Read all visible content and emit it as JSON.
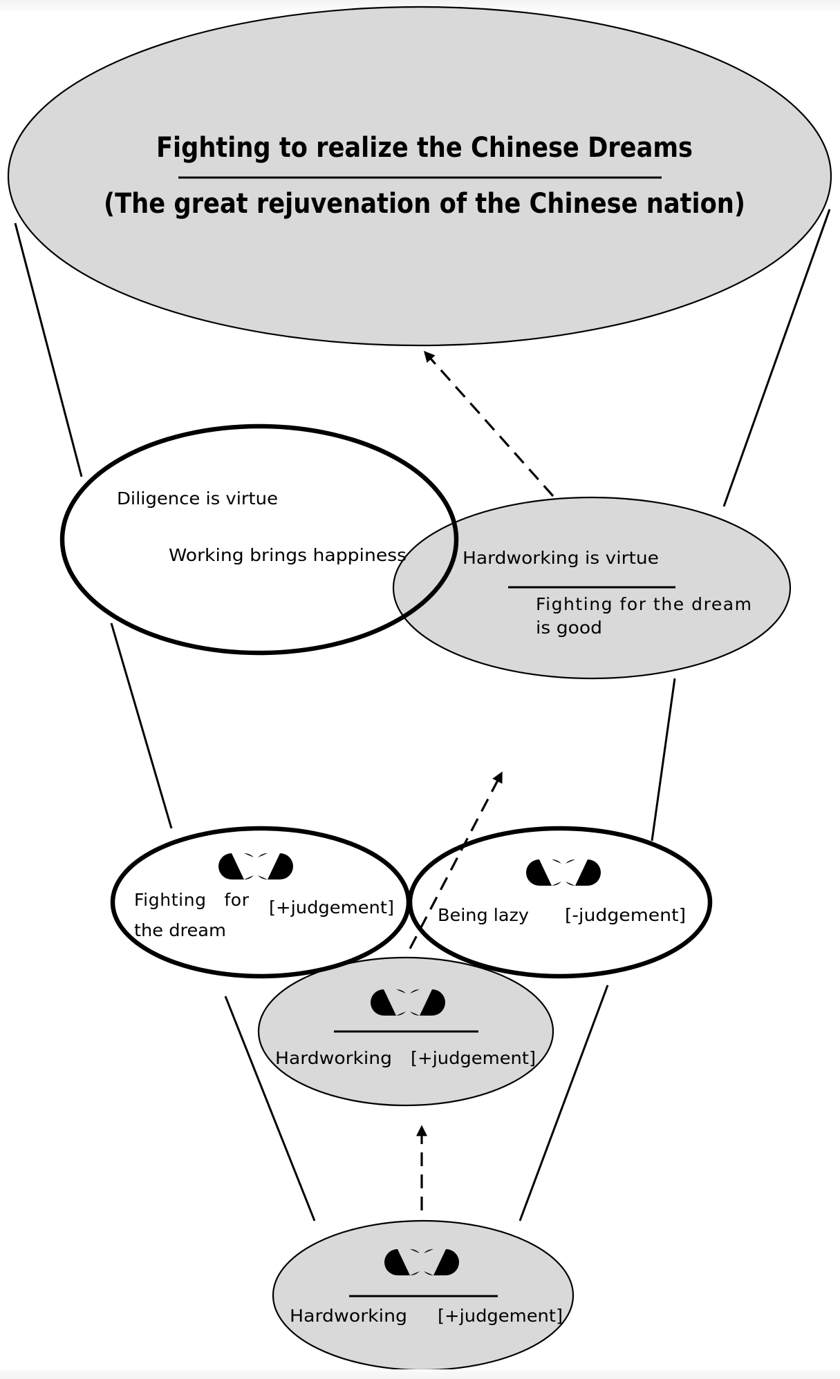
{
  "diagram": {
    "type": "nested-ellipse funnel of appraisal / value hierarchy",
    "colors": {
      "shaded_fill": "#d9d9d9",
      "plain_fill": "#ffffff",
      "line": "#000000"
    },
    "top": {
      "title": "Fighting to realize the Chinese Dreams",
      "subtitle": "(The great rejuvenation of the Chinese nation)"
    },
    "values_ellipse": {
      "line1": "Diligence is virtue",
      "line2": "Working brings happiness"
    },
    "virtue_ellipse": {
      "line1": "Hardworking is virtue",
      "line2": "Fighting for the dream",
      "line3": "is good"
    },
    "left_node": {
      "icon": "chain-link-icon",
      "label_line1": "Fighting   for",
      "label_line2": "the dream",
      "judgement": "[+judgement]"
    },
    "right_node": {
      "icon": "chain-link-icon",
      "label": "Being lazy",
      "judgement": "[-judgement]"
    },
    "middle_node": {
      "icon": "chain-link-icon",
      "label": "Hardworking",
      "judgement": "[+judgement]"
    },
    "bottom_node": {
      "icon": "chain-link-icon",
      "label": "Hardworking",
      "judgement": "[+judgement]"
    },
    "arrows": [
      {
        "from": "bottom_node",
        "to": "middle_node",
        "style": "dashed"
      },
      {
        "from": "middle_node",
        "to": "virtue_ellipse",
        "style": "dashed"
      },
      {
        "from": "virtue_ellipse",
        "to": "top",
        "style": "dashed"
      }
    ]
  }
}
